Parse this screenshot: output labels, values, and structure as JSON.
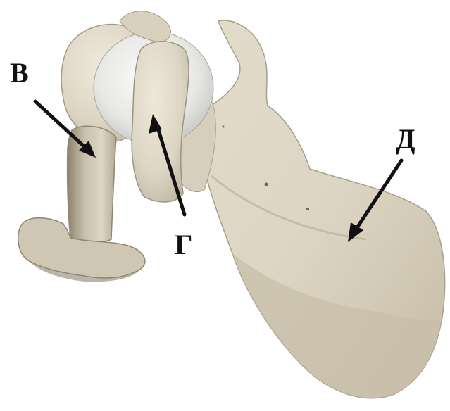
{
  "labels": {
    "v": "В",
    "g": "Г",
    "d": "Д"
  },
  "colors": {
    "background": "#ffffff",
    "bone_light": "#e6e0d0",
    "bone_mid": "#d6cdb9",
    "bone_shadow": "#a39a86",
    "cartilage": "#ececea",
    "arrow": "#111111"
  }
}
